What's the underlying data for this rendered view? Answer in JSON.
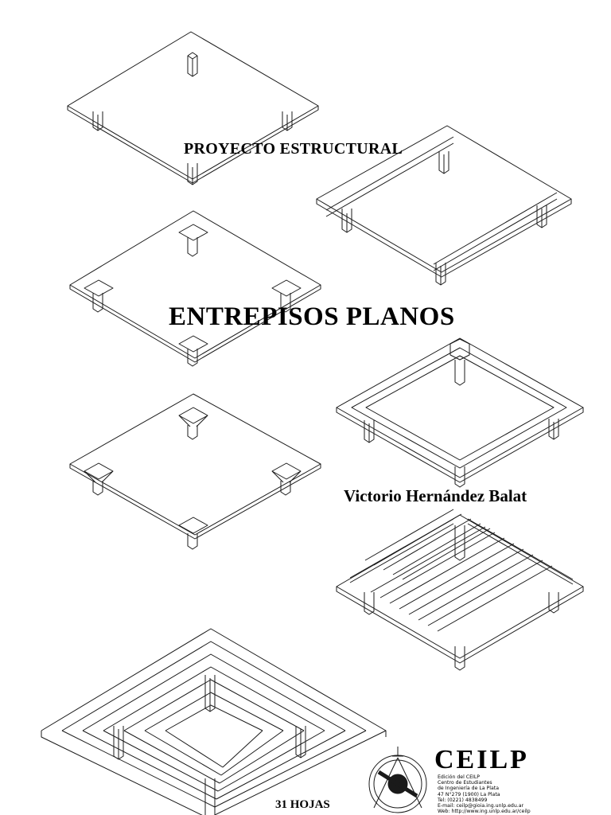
{
  "subtitle": "PROYECTO ESTRUCTURAL",
  "title": "ENTREPISOS   PLANOS",
  "author": "Victorio Hernández Balat",
  "sheets": "31   HOJAS",
  "logo": {
    "name": "CEILP",
    "lines": [
      "Edición del CEILP",
      "Centro de Estudiantes",
      "de Ingeniería de La Plata",
      "47 N°279 (1900) La Plata",
      "Tel: (0221) 4838499",
      "E-mail: ceilp@gioia.ing.unlp.edu.ar",
      "Web: http://www.ing.unlp.edu.ar/ceilp"
    ]
  },
  "illustrations": [
    "flat-slab-plain-columns",
    "slab-with-perimeter-beams",
    "flat-slab-with-drop-panels",
    "slab-with-beam-grid",
    "flat-slab-with-column-capitals",
    "ribbed-slab-one-way",
    "waffle-slab"
  ]
}
